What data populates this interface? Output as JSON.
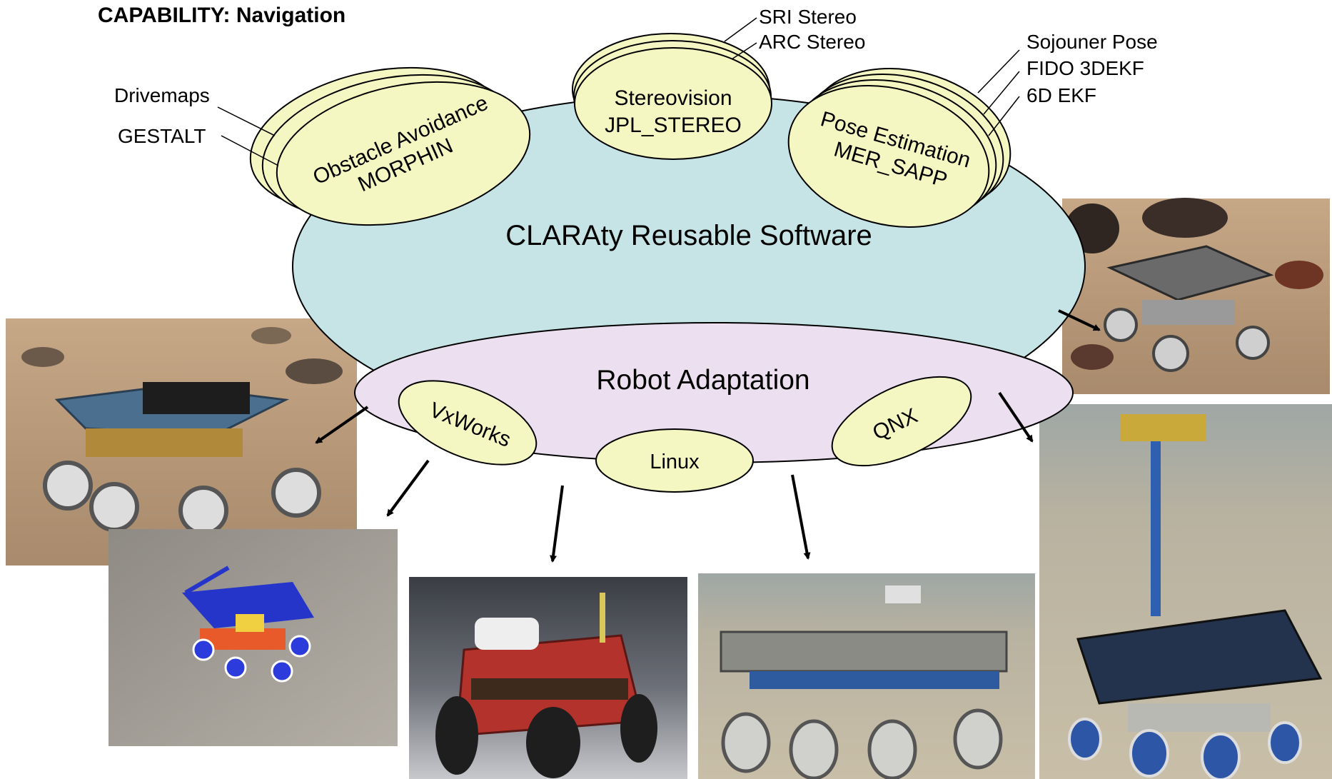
{
  "title": "CAPABILITY: Navigation",
  "core": {
    "label": "CLARAty Reusable Software",
    "fill": "#c6e4e6"
  },
  "adaptation": {
    "label": "Robot Adaptation",
    "fill": "#ecdfef"
  },
  "module_fill": "#f5f7c2",
  "modules": {
    "obstacle_avoidance": {
      "line1": "Obstacle Avoidance",
      "line2": "MORPHIN",
      "alternatives": [
        "Drivemaps",
        "GESTALT"
      ]
    },
    "stereovision": {
      "line1": "Stereovision",
      "line2": "JPL_STEREO",
      "alternatives": [
        "SRI Stereo",
        "ARC Stereo"
      ]
    },
    "pose_estimation": {
      "line1": "Pose Estimation",
      "line2": "MER_SAPP",
      "alternatives": [
        "Sojouner Pose",
        "FIDO 3DEKF",
        "6D EKF"
      ]
    }
  },
  "os_targets": [
    "VxWorks",
    "Linux",
    "QNX"
  ],
  "robots": [
    {
      "icon": "rocky-rover-photo"
    },
    {
      "icon": "simulated-rover-render"
    },
    {
      "icon": "atrv-jr-robot-photo"
    },
    {
      "icon": "k9-rover-photo"
    },
    {
      "icon": "fido-rover-photo"
    },
    {
      "icon": "rocky7-rover-photo"
    }
  ]
}
